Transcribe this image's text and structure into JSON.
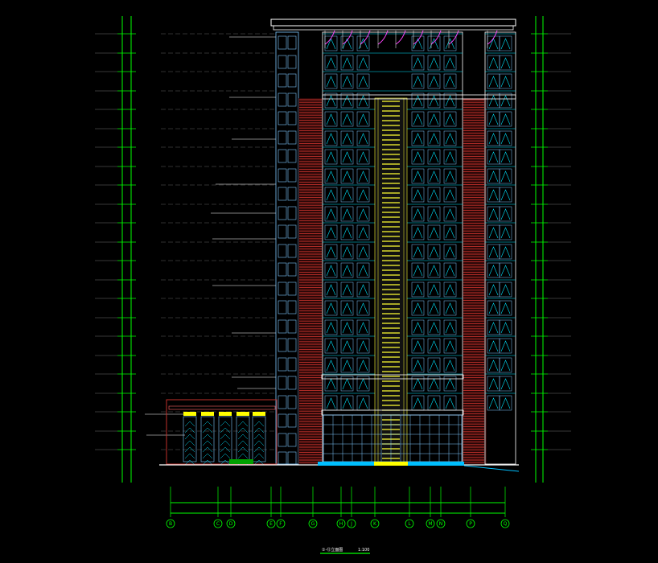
{
  "drawing": {
    "title": "①-⑫立面图",
    "scale": "1:100",
    "colors": {
      "background": "#000000",
      "dimension": "#00ff00",
      "grid": "#00ff00",
      "outline": "#ffffff",
      "window": "#00e5ff",
      "window_frame": "#7ec8ff",
      "cladding": "#c0302a",
      "stair_glass": "#ffff33",
      "roof_accent": "#ff44ff",
      "canopy": "#ffff00",
      "base": "#00bfff"
    }
  },
  "grid_axes": [
    "B",
    "C",
    "D",
    "E",
    "F",
    "G",
    "H",
    "J",
    "K",
    "L",
    "M",
    "N",
    "P",
    "Q"
  ]
}
